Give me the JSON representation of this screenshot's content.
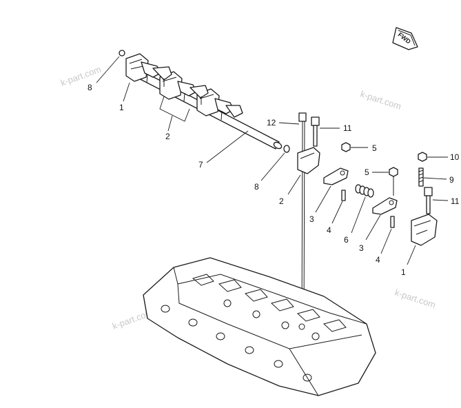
{
  "fwd_label": "FWD",
  "watermark": "k-part.com",
  "callouts": {
    "c8a": "8",
    "c1a": "1",
    "c2a": "2",
    "c7": "7",
    "c8b": "8",
    "c12": "12",
    "c11a": "11",
    "c5a": "5",
    "c2b": "2",
    "c3a": "3",
    "c4a": "4",
    "c6": "6",
    "c5b": "5",
    "c3b": "3",
    "c4b": "4",
    "c10": "10",
    "c9": "9",
    "c11b": "11",
    "c1b": "1"
  }
}
